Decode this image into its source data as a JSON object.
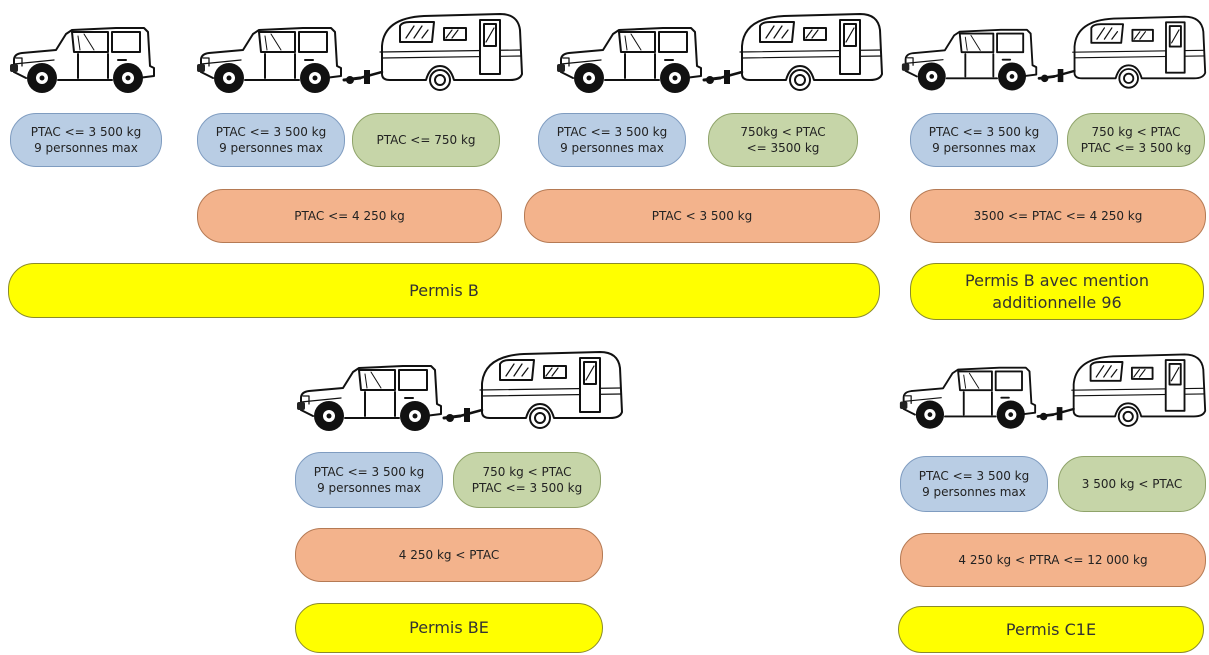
{
  "groups": [
    {
      "vehicle": "jeep",
      "boxes": [
        {
          "lines": [
            "PTAC <= 3 500 kg",
            "9 personnes max"
          ]
        }
      ]
    },
    {
      "vehicle": "jeep-with-caravan",
      "boxes": [
        {
          "lines": [
            "PTAC <= 3 500 kg",
            "9 personnes max"
          ]
        },
        {
          "lines": [
            "PTAC <= 750 kg"
          ]
        },
        {
          "lines": [
            "PTAC <= 4 250 kg"
          ]
        }
      ]
    },
    {
      "vehicle": "jeep-with-caravan",
      "boxes": [
        {
          "lines": [
            "PTAC <= 3 500 kg",
            "9 personnes max"
          ]
        },
        {
          "lines": [
            "750kg < PTAC",
            "<= 3500 kg"
          ]
        },
        {
          "lines": [
            "PTAC < 3 500 kg"
          ]
        }
      ]
    },
    {
      "vehicle": "jeep-with-caravan",
      "boxes": [
        {
          "lines": [
            "PTAC <= 3 500 kg",
            "9 personnes max"
          ]
        },
        {
          "lines": [
            "750 kg < PTAC",
            "PTAC <= 3 500 kg"
          ]
        },
        {
          "lines": [
            "3500 <= PTAC <= 4 250 kg"
          ]
        }
      ]
    },
    {
      "vehicle": "jeep-with-caravan",
      "boxes": [
        {
          "lines": [
            "PTAC <= 3 500 kg",
            "9 personnes max"
          ]
        },
        {
          "lines": [
            "750 kg < PTAC",
            "PTAC <= 3 500 kg"
          ]
        },
        {
          "lines": [
            "4 250 kg < PTAC"
          ]
        }
      ]
    },
    {
      "vehicle": "jeep-with-caravan",
      "boxes": [
        {
          "lines": [
            "PTAC <= 3 500 kg",
            "9 personnes max"
          ]
        },
        {
          "lines": [
            "3 500 kg < PTAC"
          ]
        },
        {
          "lines": [
            "4 250 kg < PTRA <= 12 000 kg"
          ]
        }
      ]
    }
  ],
  "licenses": [
    {
      "lines": [
        "Permis B"
      ]
    },
    {
      "lines": [
        "Permis B avec mention",
        "additionnelle 96"
      ]
    },
    {
      "lines": [
        "Permis BE"
      ]
    },
    {
      "lines": [
        "Permis C1E"
      ]
    }
  ],
  "colors": {
    "tow_vehicle": "#b9cde4",
    "trailer": "#c6d5a8",
    "combination": "#f3b38c",
    "license": "#ffff00"
  }
}
